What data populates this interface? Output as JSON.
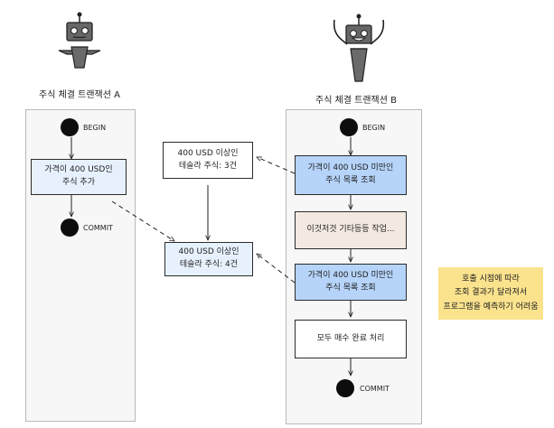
{
  "lane_a": {
    "title": "주식 체결 트랜잭션 A",
    "begin": "BEGIN",
    "add_box": "가격이 400 USD인\n주식 추가",
    "commit": "COMMIT"
  },
  "lane_b": {
    "title": "주식 체결 트랜잭션 B",
    "begin": "BEGIN",
    "query_box_1": "가격이 400 USD 미만인\n주식 목록 조회",
    "etc_box": "이것저것 기타등등 작업...",
    "query_box_2": "가격이 400 USD 미만인\n주식 목록 조회",
    "buy_box": "모두 매수 완료 처리",
    "commit": "COMMIT"
  },
  "db": {
    "state_before": "400 USD 이상인\n테슬라 주식: 3건",
    "state_after": "400 USD 이상인\n테슬라 주식: 4건"
  },
  "note": {
    "text": "호출 시점에 따라\n조회 결과가 달라져서\n프로그램을 예측하기 어려움"
  },
  "colors": {
    "light_box": "#e7f1fd",
    "blue_box": "#b6d4fa",
    "beige_box": "#f4e9e1",
    "note": "#fbe38e"
  },
  "icons": [
    "robot-a-icon",
    "robot-b-icon"
  ]
}
